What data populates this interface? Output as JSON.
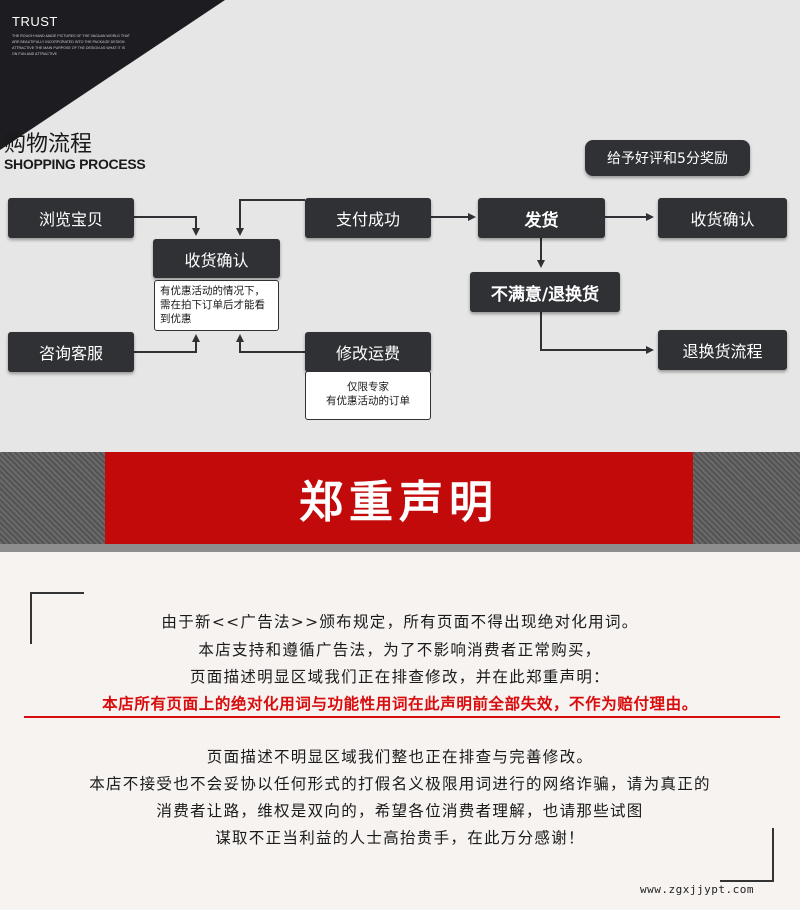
{
  "trust": {
    "title": "TRUST",
    "text": "THE ROUGH HAND-MADE PICTURES OF THE VAGUAN WORLD THAT ARE BEAUTIFULLY INCORPORATED INTO THE PACKAGE DESIGN ATTRACTIVE THE MAIN PURPOSE OF THE DESIGN AS WHAT IT IS ON FUN AND ATTRACTIVE"
  },
  "process": {
    "title_cn": "购物流程",
    "title_en": "SHOPPING PROCESS",
    "reward": "给予好评和5分奖励",
    "browse": "浏览宝贝",
    "consult": "咨询客服",
    "confirm_receipt": "收货确认",
    "confirm_note": "有优惠活动的情况下，需在拍下订单后才能看到优惠",
    "pay_success": "支付成功",
    "modify_fee": "修改运费",
    "modify_note_1": "仅限专家",
    "modify_note_2": "有优惠活动的订单",
    "ship": "发货",
    "unsatisfied": "不满意/退换货",
    "receive_confirm": "收货确认",
    "return_process": "退换货流程"
  },
  "banner": {
    "title": "郑重声明"
  },
  "statement": {
    "line1": "由于新<<广告法>>颁布规定，所有页面不得出现绝对化用词。",
    "line2": "本店支持和遵循广告法，为了不影响消费者正常购买，",
    "line3": "页面描述明显区域我们正在排查修改，并在此郑重声明：",
    "line4_red": "本店所有页面上的绝对化用词与功能性用词在此声明前全部失效，不作为赔付理由。",
    "line5": "页面描述不明显区域我们整也正在排查与完善修改。",
    "line6": "本店不接受也不会妥协以任何形式的打假名义极限用词进行的网络诈骗，请为真正的",
    "line7": "消费者让路，维权是双向的，希望各位消费者理解，也请那些试图",
    "line8": "谋取不正当利益的人士高抬贵手，在此万分感谢！",
    "watermark": "www.zgxjjypt.com"
  },
  "colors": {
    "box": "#2f3135",
    "banner_red": "#c20a0b",
    "text_red": "#d80c0c"
  }
}
